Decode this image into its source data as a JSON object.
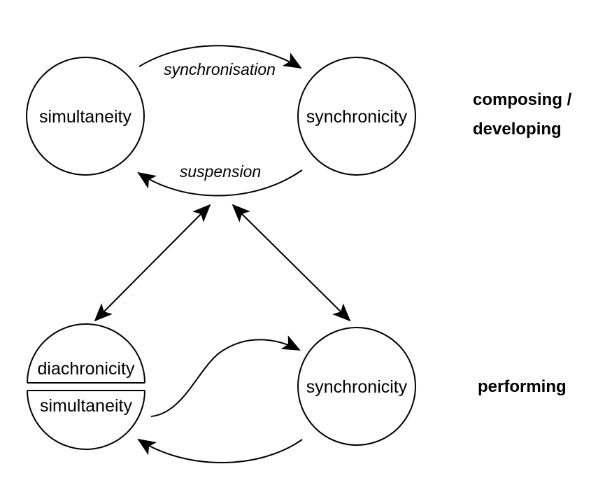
{
  "nodes": {
    "top_left": {
      "label": "simultaneity"
    },
    "top_right": {
      "label": "synchronicity"
    },
    "bottom_left": {
      "label_top": "diachronicity",
      "label_bottom": "simultaneity"
    },
    "bottom_right": {
      "label": "synchronicity"
    }
  },
  "edges": {
    "top_forward": {
      "label": "synchronisation"
    },
    "top_back": {
      "label": "suspension"
    }
  },
  "side_labels": {
    "top_line1": "composing /",
    "top_line2": "developing",
    "bottom": "performing"
  },
  "colors": {
    "stroke": "#000000",
    "background": "#ffffff"
  }
}
